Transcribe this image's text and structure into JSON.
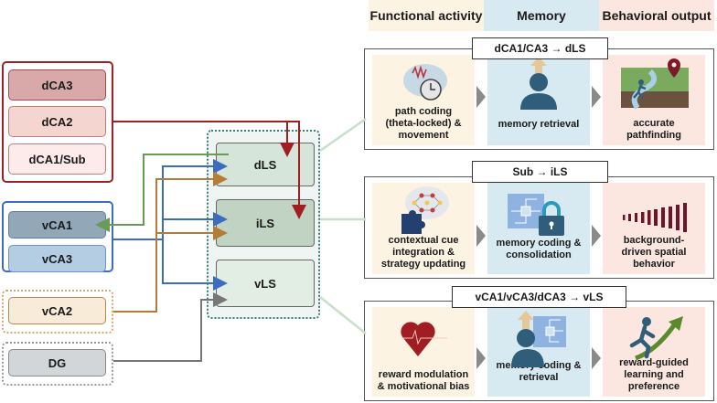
{
  "colors": {
    "dorsal_red": "#a01f24",
    "ventral_blue": "#3b6cbf",
    "vca1_green": "#6a9a56",
    "vca2_orange": "#b57c36",
    "dg_gray": "#777777",
    "functional_bg": "#fdf3e3",
    "memory_bg": "#d8eaf1",
    "behavioral_bg": "#fbe6e0"
  },
  "sources": {
    "dorsal": [
      "dCA3",
      "dCA2",
      "dCA1/Sub"
    ],
    "ventral": [
      "vCA1",
      "vCA3"
    ],
    "vca2": "vCA2",
    "dg": "DG"
  },
  "targets": [
    "dLS",
    "iLS",
    "vLS"
  ],
  "column_headers": {
    "functional": "Functional activity",
    "memory": "Memory",
    "behavioral": "Behavioral output"
  },
  "pathways": [
    {
      "title": "dCA1/CA3 → dLS",
      "functional": {
        "label": "path coding (theta-locked) & movement",
        "icon": "brain-clock-icon"
      },
      "memory": {
        "label": "memory retrieval",
        "icon": "person-retrieval-icon"
      },
      "behavioral": {
        "label": "accurate pathfinding",
        "icon": "map-runner-icon"
      }
    },
    {
      "title": "Sub → iLS",
      "functional": {
        "label": "contextual cue integration & strategy updating",
        "icon": "brain-puzzle-icon"
      },
      "memory": {
        "label": "memory coding & consolidation",
        "icon": "circuit-lock-icon"
      },
      "behavioral": {
        "label": "background-driven spatial behavior",
        "icon": "bar-gradient-icon"
      }
    },
    {
      "title": "vCA1/vCA3/dCA3 → vLS",
      "functional": {
        "label": "reward modulation & motivational bias",
        "icon": "heart-icon"
      },
      "memory": {
        "label": "memory coding & retrieval",
        "icon": "person-circuit-icon"
      },
      "behavioral": {
        "label": "reward-guided learning and preference",
        "icon": "runner-arrow-icon"
      }
    }
  ]
}
